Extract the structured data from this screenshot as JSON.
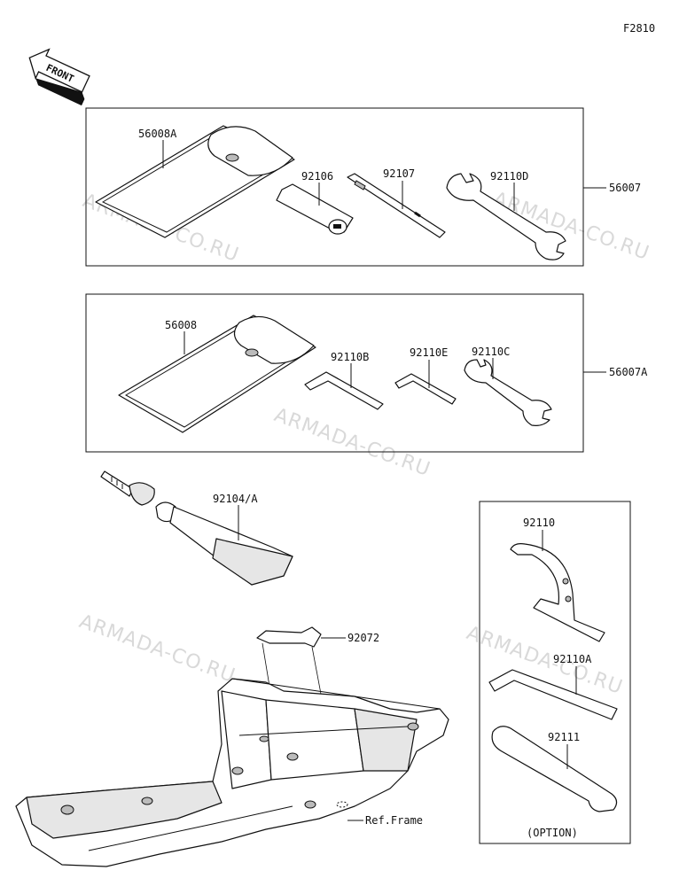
{
  "figure_code": "F2810",
  "front_label": "FRONT",
  "watermark": "ARMADA-CO.RU",
  "kit_1": {
    "part_number": "56007",
    "items": [
      "56008A",
      "92106",
      "92107",
      "92110D"
    ]
  },
  "kit_2": {
    "part_number": "56007A",
    "items": [
      "56008",
      "92110B",
      "92110E",
      "92110C"
    ]
  },
  "repair_kit": "92104/A",
  "bracket": "92072",
  "frame_ref": "Ref.Frame",
  "option_box": {
    "items": [
      "92110",
      "92110A",
      "92111"
    ],
    "caption": "(OPTION)"
  }
}
